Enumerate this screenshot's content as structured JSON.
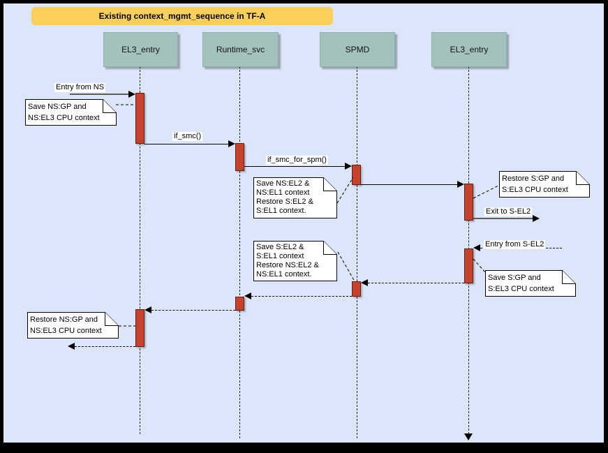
{
  "title": {
    "label": "Existing context_mgmt_sequence in TF-A"
  },
  "lifelines": [
    {
      "name": "EL3_entry"
    },
    {
      "name": "Runtime_svc"
    },
    {
      "name": "SPMD"
    },
    {
      "name": "EL3_entry"
    }
  ],
  "messages": {
    "entry_from_ns": "Entry from NS",
    "if_smc": "if_smc()",
    "if_smc_for_spm": "if_smc_for_spm()",
    "exit_to_s_el2": "Exit to S-EL2",
    "entry_from_s_el2": "Entry from S-EL2"
  },
  "notes": {
    "save_ns_gp": "Save NS:GP and\nNS:EL3 CPU context",
    "save_ns_el2": "Save NS:EL2 &\nNS:EL1 context\nRestore S:EL2 &\nS:EL1 context.",
    "restore_s_gp": "Restore S:GP and\nS:EL3 CPU context",
    "save_s_el2": "Save S:EL2 &\nS:EL1 context\nRestore NS:EL2 &\nNS:EL1 context.",
    "save_s_gp": "Save S:GP and\nS:EL3 CPU context",
    "restore_ns_gp": "Restore NS:GP and\nNS:EL3 CPU context"
  },
  "colors": {
    "background": "#dce6fa",
    "frame": "#000000",
    "title_fill": "#fbd05a",
    "lifeline_header_fill": "#a3c2be",
    "activation_fill": "#c5432c",
    "activation_border": "#641c10",
    "external_message_line": "#5c5c5c",
    "message_line": "#000000",
    "note_fill": "#ffffff"
  }
}
